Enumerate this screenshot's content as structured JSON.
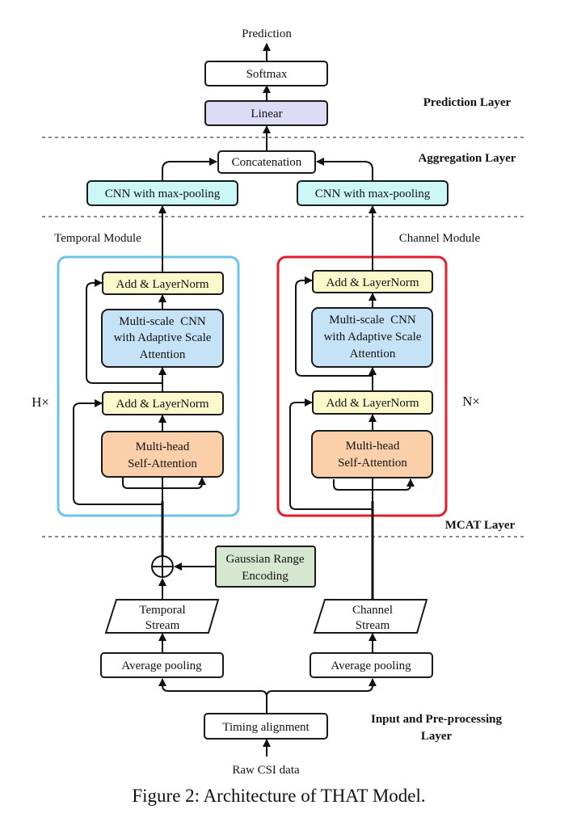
{
  "nodes": {
    "prediction": "Prediction",
    "softmax": "Softmax",
    "linear": "Linear",
    "concatenation": "Concatenation",
    "cnn_left": "CNN with max-pooling",
    "cnn_right": "CNN with max-pooling",
    "t_addnorm_top": "Add & LayerNorm",
    "t_msc_lines": [
      "Multi-scale  CNN",
      "with Adaptive Scale",
      "Attention"
    ],
    "t_addnorm_bot": "Add & LayerNorm",
    "t_mha_lines": [
      "Multi-head",
      "Self-Attention"
    ],
    "c_addnorm_top": "Add & LayerNorm",
    "c_msc_lines": [
      "Multi-scale  CNN",
      "with Adaptive Scale",
      "Attention"
    ],
    "c_addnorm_bot": "Add & LayerNorm",
    "c_mha_lines": [
      "Multi-head",
      "Self-Attention"
    ],
    "gaussian_lines": [
      "Gaussian Range",
      "Encoding"
    ],
    "temporal_stream_lines": [
      "Temporal",
      "Stream"
    ],
    "channel_stream_lines": [
      "Channel",
      "Stream"
    ],
    "avgpool_left": "Average pooling",
    "avgpool_right": "Average pooling",
    "timing": "Timing alignment",
    "raw": "Raw CSI data"
  },
  "modules": {
    "temporal": "Temporal Module",
    "channel": "Channel Module",
    "h_repeat": "H×",
    "n_repeat": "N×"
  },
  "layers": {
    "prediction": "Prediction Layer",
    "aggregation": "Aggregation Layer",
    "mcat": "MCAT Layer",
    "input_lines": [
      "Input and Pre-processing",
      "Layer"
    ]
  },
  "caption": "Figure 2: Architecture of THAT Model.",
  "colors": {
    "linear": "#dcdcf7",
    "cnn": "#ccf7f7",
    "addnorm": "#fbf9cc",
    "msc": "#c6e2f7",
    "mha": "#fbcfa9",
    "gaussian": "#d5e8cf",
    "temporal_border": "#6cc3ec",
    "channel_border": "#e01e2c"
  }
}
